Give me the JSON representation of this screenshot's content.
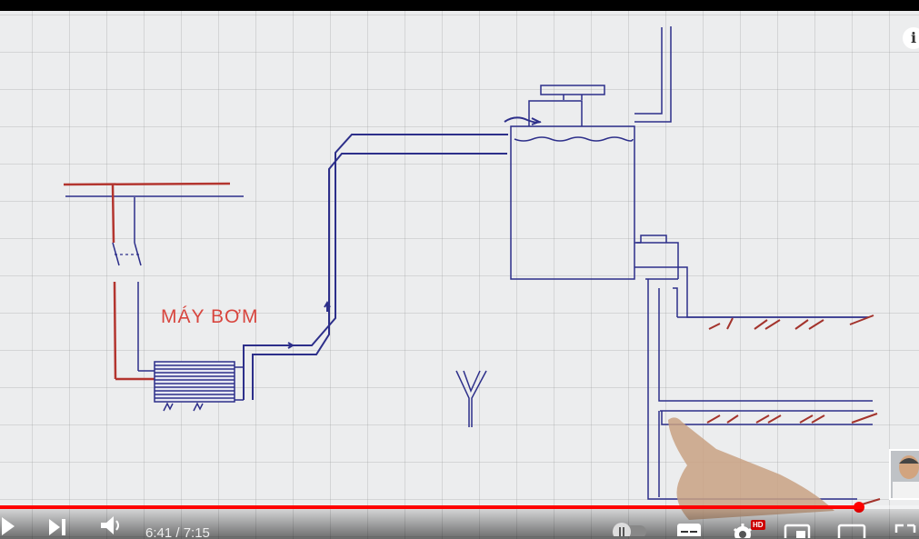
{
  "video": {
    "sketch_label": "MÁY BƠM",
    "label_color": "#d8463f",
    "ink_color": "#2d2f8a"
  },
  "controls": {
    "time": "6:41 / 7:15",
    "hd_badge": "HD",
    "progress_fraction": 0.935,
    "progress_color": "#ff0000"
  },
  "overlay": {
    "info_icon_glyph": "i"
  }
}
